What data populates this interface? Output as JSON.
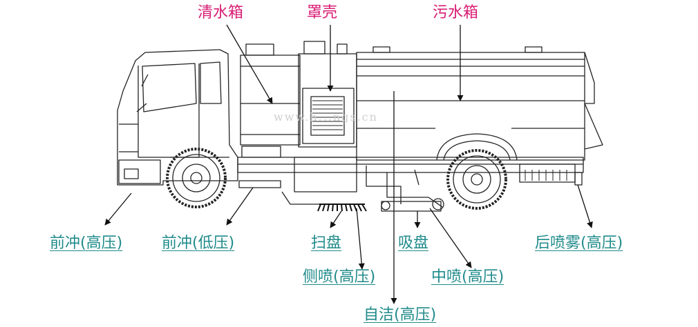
{
  "labels": {
    "clean_water_tank": "清水箱",
    "hood": "罩壳",
    "dirty_water_tank": "污水箱",
    "front_flush_high": "前冲(高压)",
    "front_flush_low": "前冲(低压)",
    "sweep_disc": "扫盘",
    "suction_disc": "吸盘",
    "rear_spray_mist_high": "后喷雾(高压)",
    "side_spray_high": "侧喷(高压)",
    "mid_spray_high": "中喷(高压)",
    "self_clean_high": "自洁(高压)"
  },
  "watermark": "www.h...ngs.cn",
  "colors": {
    "top_label": "#d81b73",
    "bottom_label": "#1f8a8a",
    "line_art": "#222222"
  }
}
